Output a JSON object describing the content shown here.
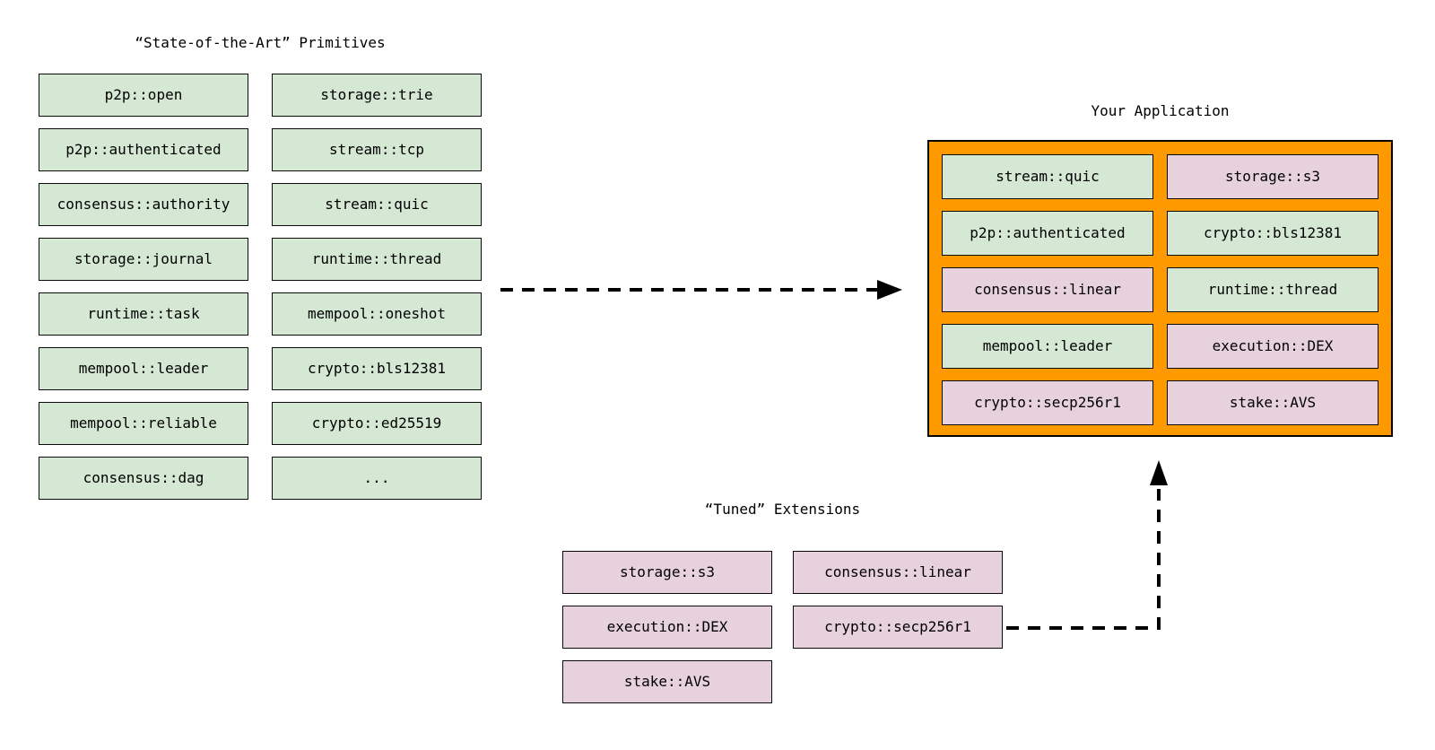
{
  "colors": {
    "green": "#d5e8d4",
    "pink": "#e7d1dd",
    "orange": "#ff9900",
    "arrow": "#000000"
  },
  "primitives": {
    "title": "“State-of-the-Art” Primitives",
    "columns": [
      [
        "p2p::open",
        "p2p::authenticated",
        "consensus::authority",
        "storage::journal",
        "runtime::task",
        "mempool::leader",
        "mempool::reliable",
        "consensus::dag"
      ],
      [
        "storage::trie",
        "stream::tcp",
        "stream::quic",
        "runtime::thread",
        "mempool::oneshot",
        "crypto::bls12381",
        "crypto::ed25519",
        "..."
      ]
    ]
  },
  "application": {
    "title": "Your Application",
    "boxes": [
      {
        "label": "stream::quic",
        "variant": "green"
      },
      {
        "label": "storage::s3",
        "variant": "pink"
      },
      {
        "label": "p2p::authenticated",
        "variant": "green"
      },
      {
        "label": "crypto::bls12381",
        "variant": "green"
      },
      {
        "label": "consensus::linear",
        "variant": "pink"
      },
      {
        "label": "runtime::thread",
        "variant": "green"
      },
      {
        "label": "mempool::leader",
        "variant": "green"
      },
      {
        "label": "execution::DEX",
        "variant": "pink"
      },
      {
        "label": "crypto::secp256r1",
        "variant": "pink"
      },
      {
        "label": "stake::AVS",
        "variant": "pink"
      }
    ]
  },
  "extensions": {
    "title": "“Tuned” Extensions",
    "columns": [
      [
        "storage::s3",
        "execution::DEX",
        "stake::AVS"
      ],
      [
        "consensus::linear",
        "crypto::secp256r1"
      ]
    ]
  }
}
